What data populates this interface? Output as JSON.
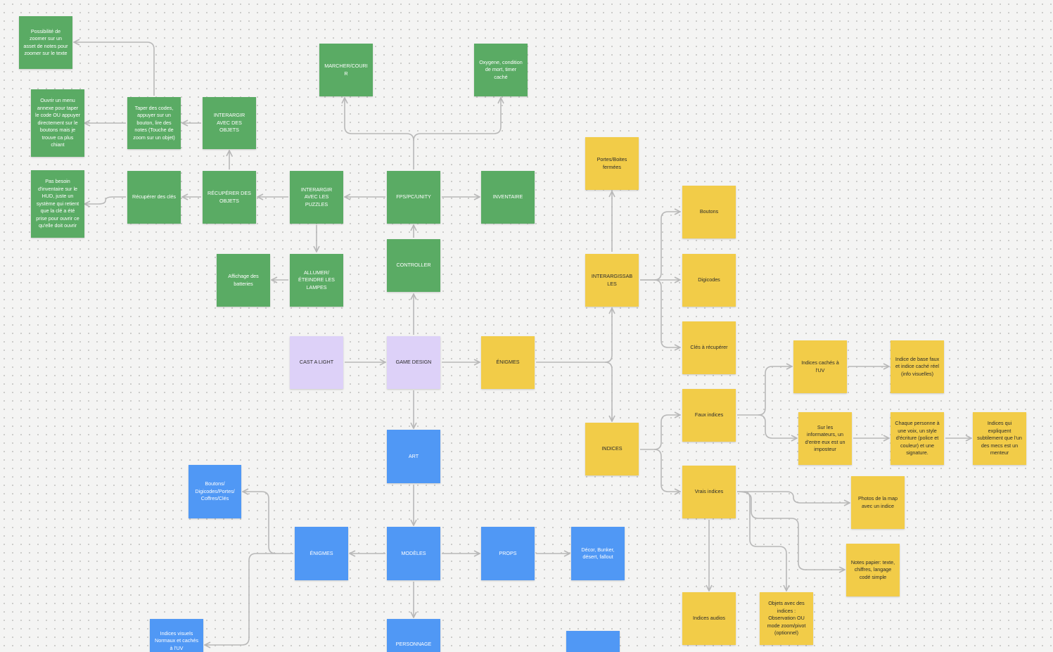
{
  "colors": {
    "green": "#5aab64",
    "yellow": "#f2cc48",
    "blue": "#5098f5",
    "purple": "#ddd1f8",
    "connector": "#b8b8b8"
  },
  "nodes": {
    "zoom_notes": "Possibilité de zoomer sur un asset de notes pour zoomer sur le texte",
    "marcher_courir": "MARCHER/COURIR",
    "oxygene": "Oxygene, condition de mort, timer caché",
    "menu_annexe": "Ouvrir un menu annexe pour taper le code OU appuyer directement sur le boutons mais je trouve ca plus chiant",
    "taper_codes": "Taper des codes, appuyer sur un bouton, lire des notes (Touche de zoom sur un objet)",
    "interargir_objets": "INTERARGIR AVEC DES OBJETS",
    "portes_boites": "Portes/Boites fermées",
    "pas_besoin": "Pas besoin d'inventaire sur le HUD, juste un système qui retient que la clé a été prise pour ouvrir ce qu'elle doit ouvrir",
    "recuperer_cles": "Récupérer des clés",
    "recuperer_objets": "RÉCUPÉRER DES OBJETS",
    "interargir_puzzles": "INTERARGIR AVEC LES PUZZLES",
    "fps": "FPS/PC/UNITY",
    "inventaire": "INVENTAIRE",
    "boutons": "Boutons",
    "controller": "CONTROLLER",
    "affichage_batteries": "Affichage des batteries",
    "allumer_lampes": "ALLUMER/ ÉTEINDRE LES LAMPES",
    "interargissables": "INTERARGISSAB LES",
    "digicodes": "Digicodes",
    "cles_recuperer": "Clés à récupérer",
    "indices_uv": "Indices cachés à l'UV",
    "indice_base": "Indice de base faux et indice caché réel (info visuelles)",
    "cast_a_light": "CAST A LIGHT",
    "game_design": "GAME DESIGN",
    "enigmes_top": "ÉNIGMES",
    "faux_indices": "Faux indices",
    "sur_informateurs": "Sur les informateurs, un d'entre eux est un imposteur",
    "chaque_personne": "Chaque personne à une voix, un style d'écriture (police et couleur) et une signature.",
    "indices_expliquant": "Indices qui expliquent subtilement que l'un des mecs est un menteur",
    "indices": "INDICES",
    "art": "ART",
    "boutons_digicodes": "Boutons/ Digicodes/Portes/ Coffres/Clés",
    "vrais_indices": "Vrais indices",
    "photos_map": "Photos de la map avec un indice",
    "enigmes_art": "ÉNIGMES",
    "modeles": "MODÈLES",
    "props": "PROPS",
    "decor": "Décor, Bunker, désert, fallout",
    "notes_papier": "Notes papier: texte, chiffres, langage codé simple",
    "indices_audios": "Indices audios",
    "objets_indices": "Objets avec des indices : Observation OU mode zoom/pivot (optionnel)",
    "indices_visuels": "Indices visuels Normaux et cachés à l'UV",
    "personnage": "PERSONNAGE",
    "unnamed_blue": ""
  }
}
